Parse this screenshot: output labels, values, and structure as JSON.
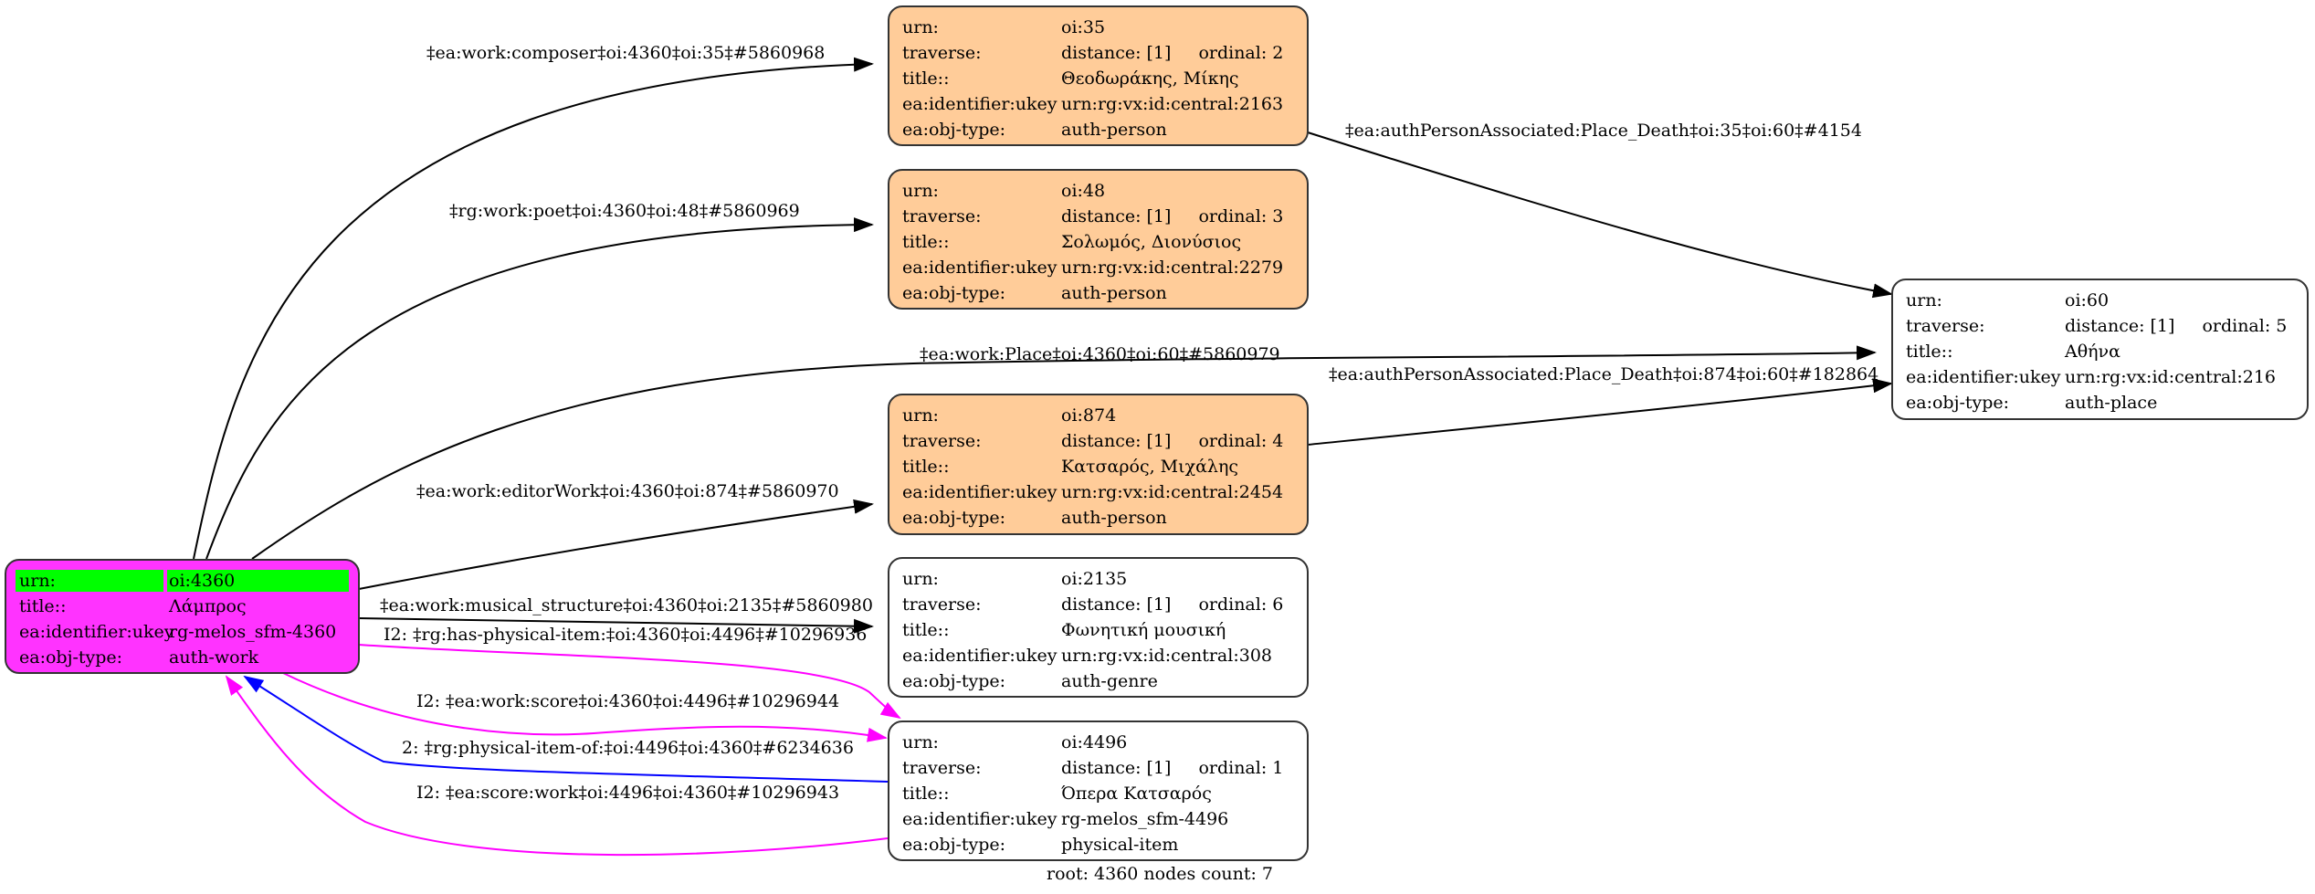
{
  "graph": {
    "footer": "root: 4360 nodes count: 7",
    "colors": {
      "root_fill": "#ff33ff",
      "root_highlight": "#00ff00",
      "person_fill": "#ffcc99",
      "plain_fill": "#ffffff",
      "edge_default": "#000000",
      "edge_magenta": "#ff00ff",
      "edge_blue": "#0000ff"
    },
    "nodes": {
      "root": {
        "urn_key": "urn:",
        "urn": "oi:4360",
        "title_key": "title::",
        "title": "Λάμπρος",
        "ukey_key": "ea:identifier:ukey",
        "ukey": "rg-melos_sfm-4360",
        "type_key": "ea:obj-type:",
        "type": "auth-work"
      },
      "n35": {
        "urn_key": "urn:",
        "urn": "oi:35",
        "traverse_key": "traverse:",
        "distance": "distance: [1]",
        "ordinal": "ordinal: 2",
        "title_key": "title::",
        "title": "Θεοδωράκης, Μίκης",
        "ukey_key": "ea:identifier:ukey",
        "ukey": "urn:rg:vx:id:central:2163",
        "type_key": "ea:obj-type:",
        "type": "auth-person"
      },
      "n48": {
        "urn_key": "urn:",
        "urn": "oi:48",
        "traverse_key": "traverse:",
        "distance": "distance: [1]",
        "ordinal": "ordinal: 3",
        "title_key": "title::",
        "title": "Σολωμός, Διονύσιος",
        "ukey_key": "ea:identifier:ukey",
        "ukey": "urn:rg:vx:id:central:2279",
        "type_key": "ea:obj-type:",
        "type": "auth-person"
      },
      "n874": {
        "urn_key": "urn:",
        "urn": "oi:874",
        "traverse_key": "traverse:",
        "distance": "distance: [1]",
        "ordinal": "ordinal: 4",
        "title_key": "title::",
        "title": "Κατσαρός, Μιχάλης",
        "ukey_key": "ea:identifier:ukey",
        "ukey": "urn:rg:vx:id:central:2454",
        "type_key": "ea:obj-type:",
        "type": "auth-person"
      },
      "n2135": {
        "urn_key": "urn:",
        "urn": "oi:2135",
        "traverse_key": "traverse:",
        "distance": "distance: [1]",
        "ordinal": "ordinal: 6",
        "title_key": "title::",
        "title": "Φωνητική μουσική",
        "ukey_key": "ea:identifier:ukey",
        "ukey": "urn:rg:vx:id:central:308",
        "type_key": "ea:obj-type:",
        "type": "auth-genre"
      },
      "n4496": {
        "urn_key": "urn:",
        "urn": "oi:4496",
        "traverse_key": "traverse:",
        "distance": "distance: [1]",
        "ordinal": "ordinal: 1",
        "title_key": "title::",
        "title": "Όπερα Κατσαρός",
        "ukey_key": "ea:identifier:ukey",
        "ukey": "rg-melos_sfm-4496",
        "type_key": "ea:obj-type:",
        "type": "physical-item"
      },
      "n60": {
        "urn_key": "urn:",
        "urn": "oi:60",
        "traverse_key": "traverse:",
        "distance": "distance: [1]",
        "ordinal": "ordinal: 5",
        "title_key": "title::",
        "title": "Αθήνα",
        "ukey_key": "ea:identifier:ukey",
        "ukey": "urn:rg:vx:id:central:216",
        "type_key": "ea:obj-type:",
        "type": "auth-place"
      }
    },
    "edges": {
      "composer": {
        "label": "‡ea:work:composer‡oi:4360‡oi:35‡#5860968",
        "from": "oi:4360",
        "to": "oi:35",
        "color": "black"
      },
      "poet": {
        "label": "‡rg:work:poet‡oi:4360‡oi:48‡#5860969",
        "from": "oi:4360",
        "to": "oi:48",
        "color": "black"
      },
      "place": {
        "label": "‡ea:work:Place‡oi:4360‡oi:60‡#5860979",
        "from": "oi:4360",
        "to": "oi:60",
        "color": "black"
      },
      "editor": {
        "label": "‡ea:work:editorWork‡oi:4360‡oi:874‡#5860970",
        "from": "oi:4360",
        "to": "oi:874",
        "color": "black"
      },
      "musical_structure": {
        "label": "‡ea:work:musical_structure‡oi:4360‡oi:2135‡#5860980",
        "from": "oi:4360",
        "to": "oi:2135",
        "color": "black"
      },
      "has_physical_item": {
        "label": "I2: ‡rg:has-physical-item:‡oi:4360‡oi:4496‡#10296936",
        "from": "oi:4360",
        "to": "oi:4496",
        "color": "magenta"
      },
      "work_score": {
        "label": "I2: ‡ea:work:score‡oi:4360‡oi:4496‡#10296944",
        "from": "oi:4360",
        "to": "oi:4496",
        "color": "magenta"
      },
      "physical_item_of": {
        "label": "2: ‡rg:physical-item-of:‡oi:4496‡oi:4360‡#6234636",
        "from": "oi:4496",
        "to": "oi:4360",
        "color": "blue"
      },
      "score_work": {
        "label": "I2: ‡ea:score:work‡oi:4496‡oi:4360‡#10296943",
        "from": "oi:4496",
        "to": "oi:4360",
        "color": "magenta"
      },
      "death35": {
        "label": "‡ea:authPersonAssociated:Place_Death‡oi:35‡oi:60‡#4154",
        "from": "oi:35",
        "to": "oi:60",
        "color": "black"
      },
      "death874": {
        "label": "‡ea:authPersonAssociated:Place_Death‡oi:874‡oi:60‡#182864",
        "from": "oi:874",
        "to": "oi:60",
        "color": "black"
      }
    }
  }
}
